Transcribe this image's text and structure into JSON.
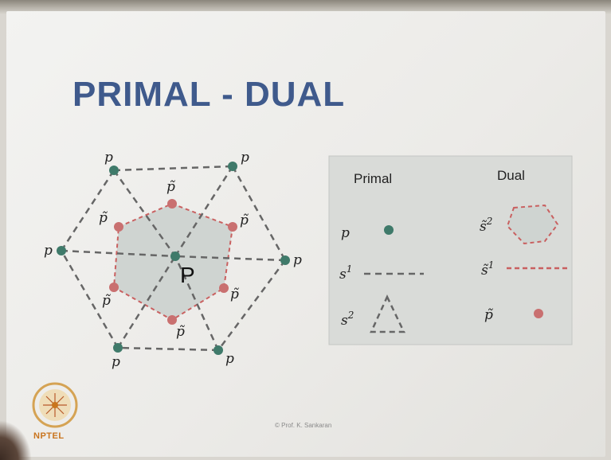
{
  "slide": {
    "title": "PRIMAL - DUAL",
    "credit": "© Prof. K. Sankaran",
    "logo_text": "NPTEL",
    "center_annotation": "P"
  },
  "diagram": {
    "primal_label": "p",
    "dual_label": "p̃"
  },
  "legend": {
    "primal_header": "Primal",
    "dual_header": "Dual",
    "primal_node": "p",
    "primal_edge_base": "s",
    "primal_edge_sup": "1",
    "primal_face_base": "s",
    "primal_face_sup": "2",
    "dual_face_base": "s̃",
    "dual_face_sup": "2",
    "dual_edge_base": "s̃",
    "dual_edge_sup": "1",
    "dual_node": "p̃"
  },
  "colors": {
    "title": "#3f5a8c",
    "primal_node": "#3f7a6a",
    "dual_node": "#c97070",
    "dual_edge": "#c96060",
    "dual_cell_fill": "#cfd4d1",
    "primal_edge": "#666666"
  }
}
